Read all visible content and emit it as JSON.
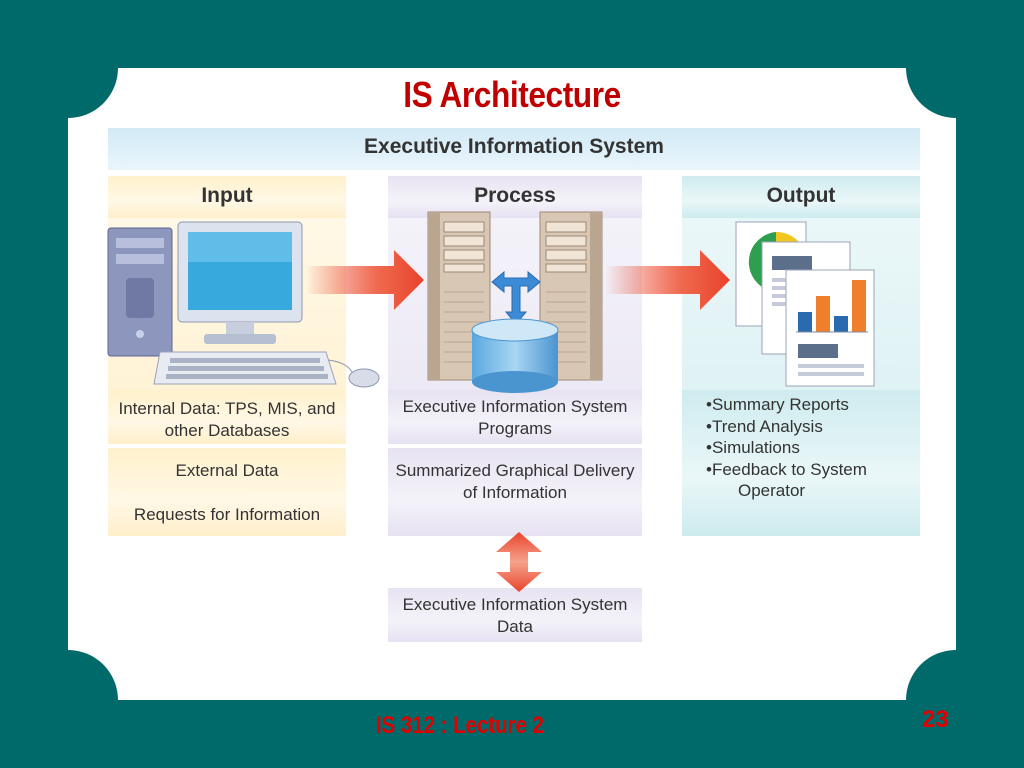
{
  "slide": {
    "title": "IS Architecture",
    "footer": "IS 312 : Lecture 2",
    "page_number": "23"
  },
  "diagram": {
    "title": "Executive Information System",
    "input": {
      "heading": "Input",
      "internal_data": "Internal Data: TPS, MIS, and other Databases",
      "external_data": "External Data",
      "requests": "Requests for Information"
    },
    "process": {
      "heading": "Process",
      "programs": "Executive Information System Programs",
      "delivery": "Summarized Graphical Delivery of Information",
      "data": "Executive Information System Data"
    },
    "output": {
      "heading": "Output",
      "items": [
        "•Summary Reports",
        "•Trend Analysis",
        "•Simulations",
        "•Feedback to System",
        "Operator"
      ]
    }
  },
  "icons": [
    "desktop-computer-icon",
    "server-tower-icon",
    "database-cylinder-icon",
    "report-document-icon",
    "right-arrow-icon",
    "vertical-double-arrow-icon"
  ],
  "colors": {
    "background": "#006a6a",
    "title": "#c00000",
    "arrow": "#e8432b",
    "input_panel": "#fff1cc",
    "process_panel": "#e7e3f2",
    "output_panel": "#cfecef",
    "header_band": "#d2eaf6"
  }
}
